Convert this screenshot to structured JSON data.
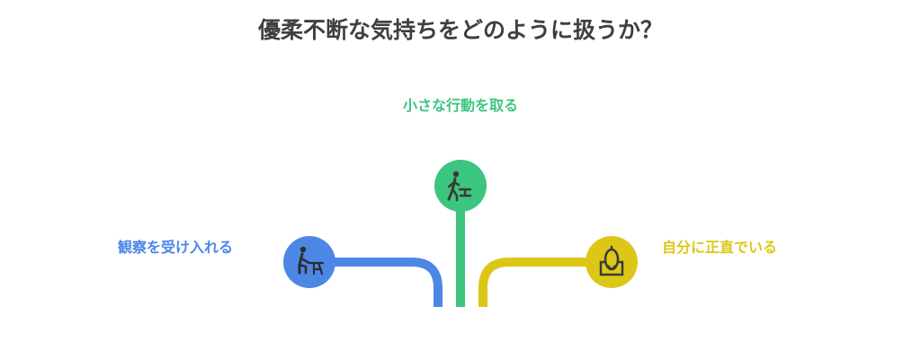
{
  "title": "優柔不断な気持ちをどのように扱うか？",
  "options": {
    "center": {
      "label": "小さな行動を取る",
      "color": "#3cc57e",
      "icon": "walking-person-icon"
    },
    "left": {
      "label": "観察を受け入れる",
      "color": "#4d87e6",
      "icon": "person-at-desk-icon"
    },
    "right": {
      "label": "自分に正直でいる",
      "color": "#dcc717",
      "icon": "mirror-icon"
    }
  },
  "title_color": "#3f3f3f"
}
